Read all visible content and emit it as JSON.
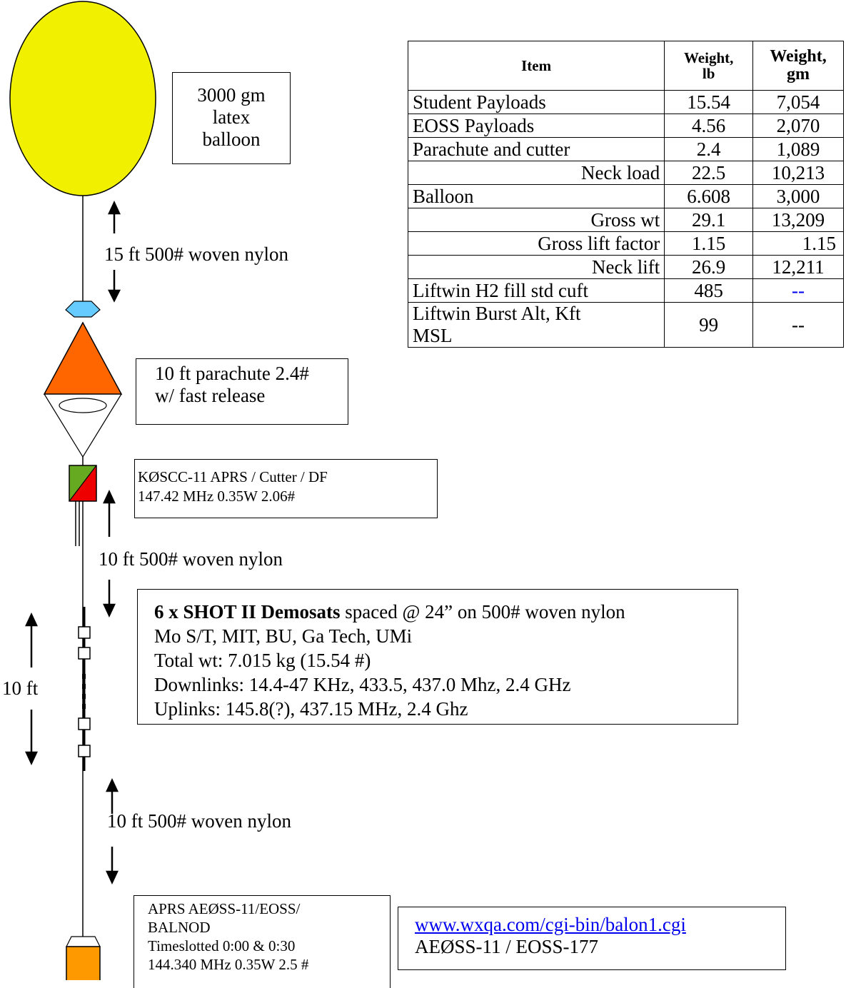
{
  "balloon": {
    "label_lines": [
      "3000 gm",
      "latex",
      "balloon"
    ]
  },
  "lines": {
    "top": "15 ft 500# woven nylon",
    "mid": "10 ft 500# woven nylon",
    "bottom": "10 ft 500# woven nylon",
    "demosat_span": "10 ft"
  },
  "parachute": {
    "label_lines": [
      "10 ft parachute 2.4#",
      "w/ fast release"
    ]
  },
  "aprs_top": {
    "label_lines": [
      "KØSCC-11 APRS / Cutter / DF",
      "147.42 MHz  0.35W 2.06#"
    ]
  },
  "demosats": {
    "title_bold": "6 x SHOT II Demosats",
    "title_rest": " spaced @ 24” on 500# woven nylon",
    "lines": [
      "Mo S/T, MIT, BU, Ga Tech, UMi",
      "Total wt: 7.015 kg (15.54 #)",
      "Downlinks: 14.4-47 KHz, 433.5, 437.0 Mhz, 2.4 GHz",
      "Uplinks: 145.8(?), 437.15 MHz, 2.4 Ghz"
    ]
  },
  "aprs_bottom": {
    "label_lines": [
      "APRS AEØSS-11/EOSS/",
      "BALNOD",
      "Timeslotted 0:00 & 0:30",
      "144.340 MHz  0.35W  2.5 #"
    ]
  },
  "link_box": {
    "url": "www.wxqa.com/cgi-bin/balon1.cgi",
    "line2": "AEØSS-11  / EOSS-177"
  },
  "table": {
    "headers": [
      "Item",
      "Weight,\nlb",
      "Weight,\ngm"
    ],
    "rows": [
      [
        "Student Payloads",
        "15.54",
        "7,054"
      ],
      [
        "EOSS Payloads",
        "4.56",
        "2,070"
      ],
      [
        "Parachute and cutter",
        "2.4",
        "1,089"
      ],
      [
        "Neck load",
        "22.5",
        "10,213"
      ],
      [
        "Balloon",
        "6.608",
        "3,000"
      ],
      [
        "Gross wt",
        "29.1",
        "13,209"
      ],
      [
        "Gross lift factor",
        "1.15",
        "1.15"
      ],
      [
        "Neck lift",
        "26.9",
        "12,211"
      ],
      [
        "Liftwin H2 fill std cuft",
        "485",
        "--"
      ],
      [
        "Liftwin Burst Alt, Kft MSL",
        "99",
        "--"
      ]
    ]
  },
  "colors": {
    "balloon": "#f0f000",
    "parachute_canopy": "#ff6600",
    "parachute_cap": "#66ccff",
    "aprs_green": "#66aa22",
    "aprs_red": "#ee0000",
    "bottom_payload": "#ff9900",
    "bottom_cone": "#66ccff",
    "link": "#0000ee"
  }
}
